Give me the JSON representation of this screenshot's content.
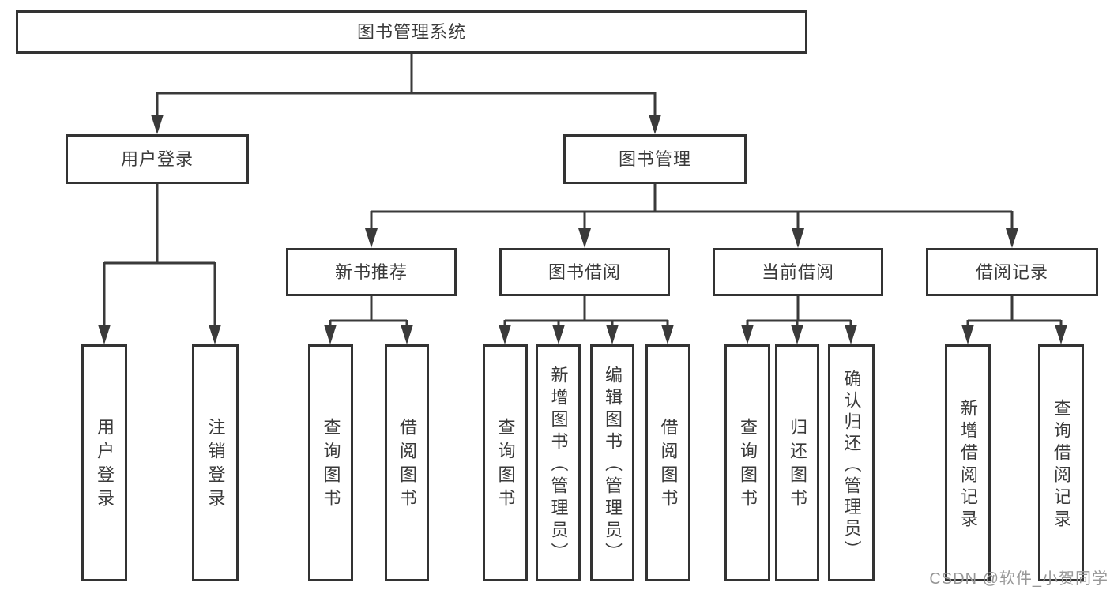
{
  "colors": {
    "line": "#3a3a3a",
    "box_border": "#333333",
    "text": "#3a3a3a",
    "watermark": "#979797",
    "background": "#ffffff"
  },
  "watermark": {
    "text": "CSDN @软件_小贺同学"
  },
  "tree": {
    "root": {
      "label": "图书管理系统"
    },
    "children": [
      {
        "label": "用户登录",
        "children": [
          {
            "label": "用户登录"
          },
          {
            "label": "注销登录"
          }
        ]
      },
      {
        "label": "图书管理",
        "children": [
          {
            "label": "新书推荐",
            "children": [
              {
                "label": "查询图书"
              },
              {
                "label": "借阅图书"
              }
            ]
          },
          {
            "label": "图书借阅",
            "children": [
              {
                "label": "查询图书"
              },
              {
                "label": "新增图书（管理员）"
              },
              {
                "label": "编辑图书（管理员）"
              },
              {
                "label": "借阅图书"
              }
            ]
          },
          {
            "label": "当前借阅",
            "children": [
              {
                "label": "查询图书"
              },
              {
                "label": "归还图书"
              },
              {
                "label": "确认归还（管理员）"
              }
            ]
          },
          {
            "label": "借阅记录",
            "children": [
              {
                "label": "新增借阅记录"
              },
              {
                "label": "查询借阅记录"
              }
            ]
          }
        ]
      }
    ]
  }
}
